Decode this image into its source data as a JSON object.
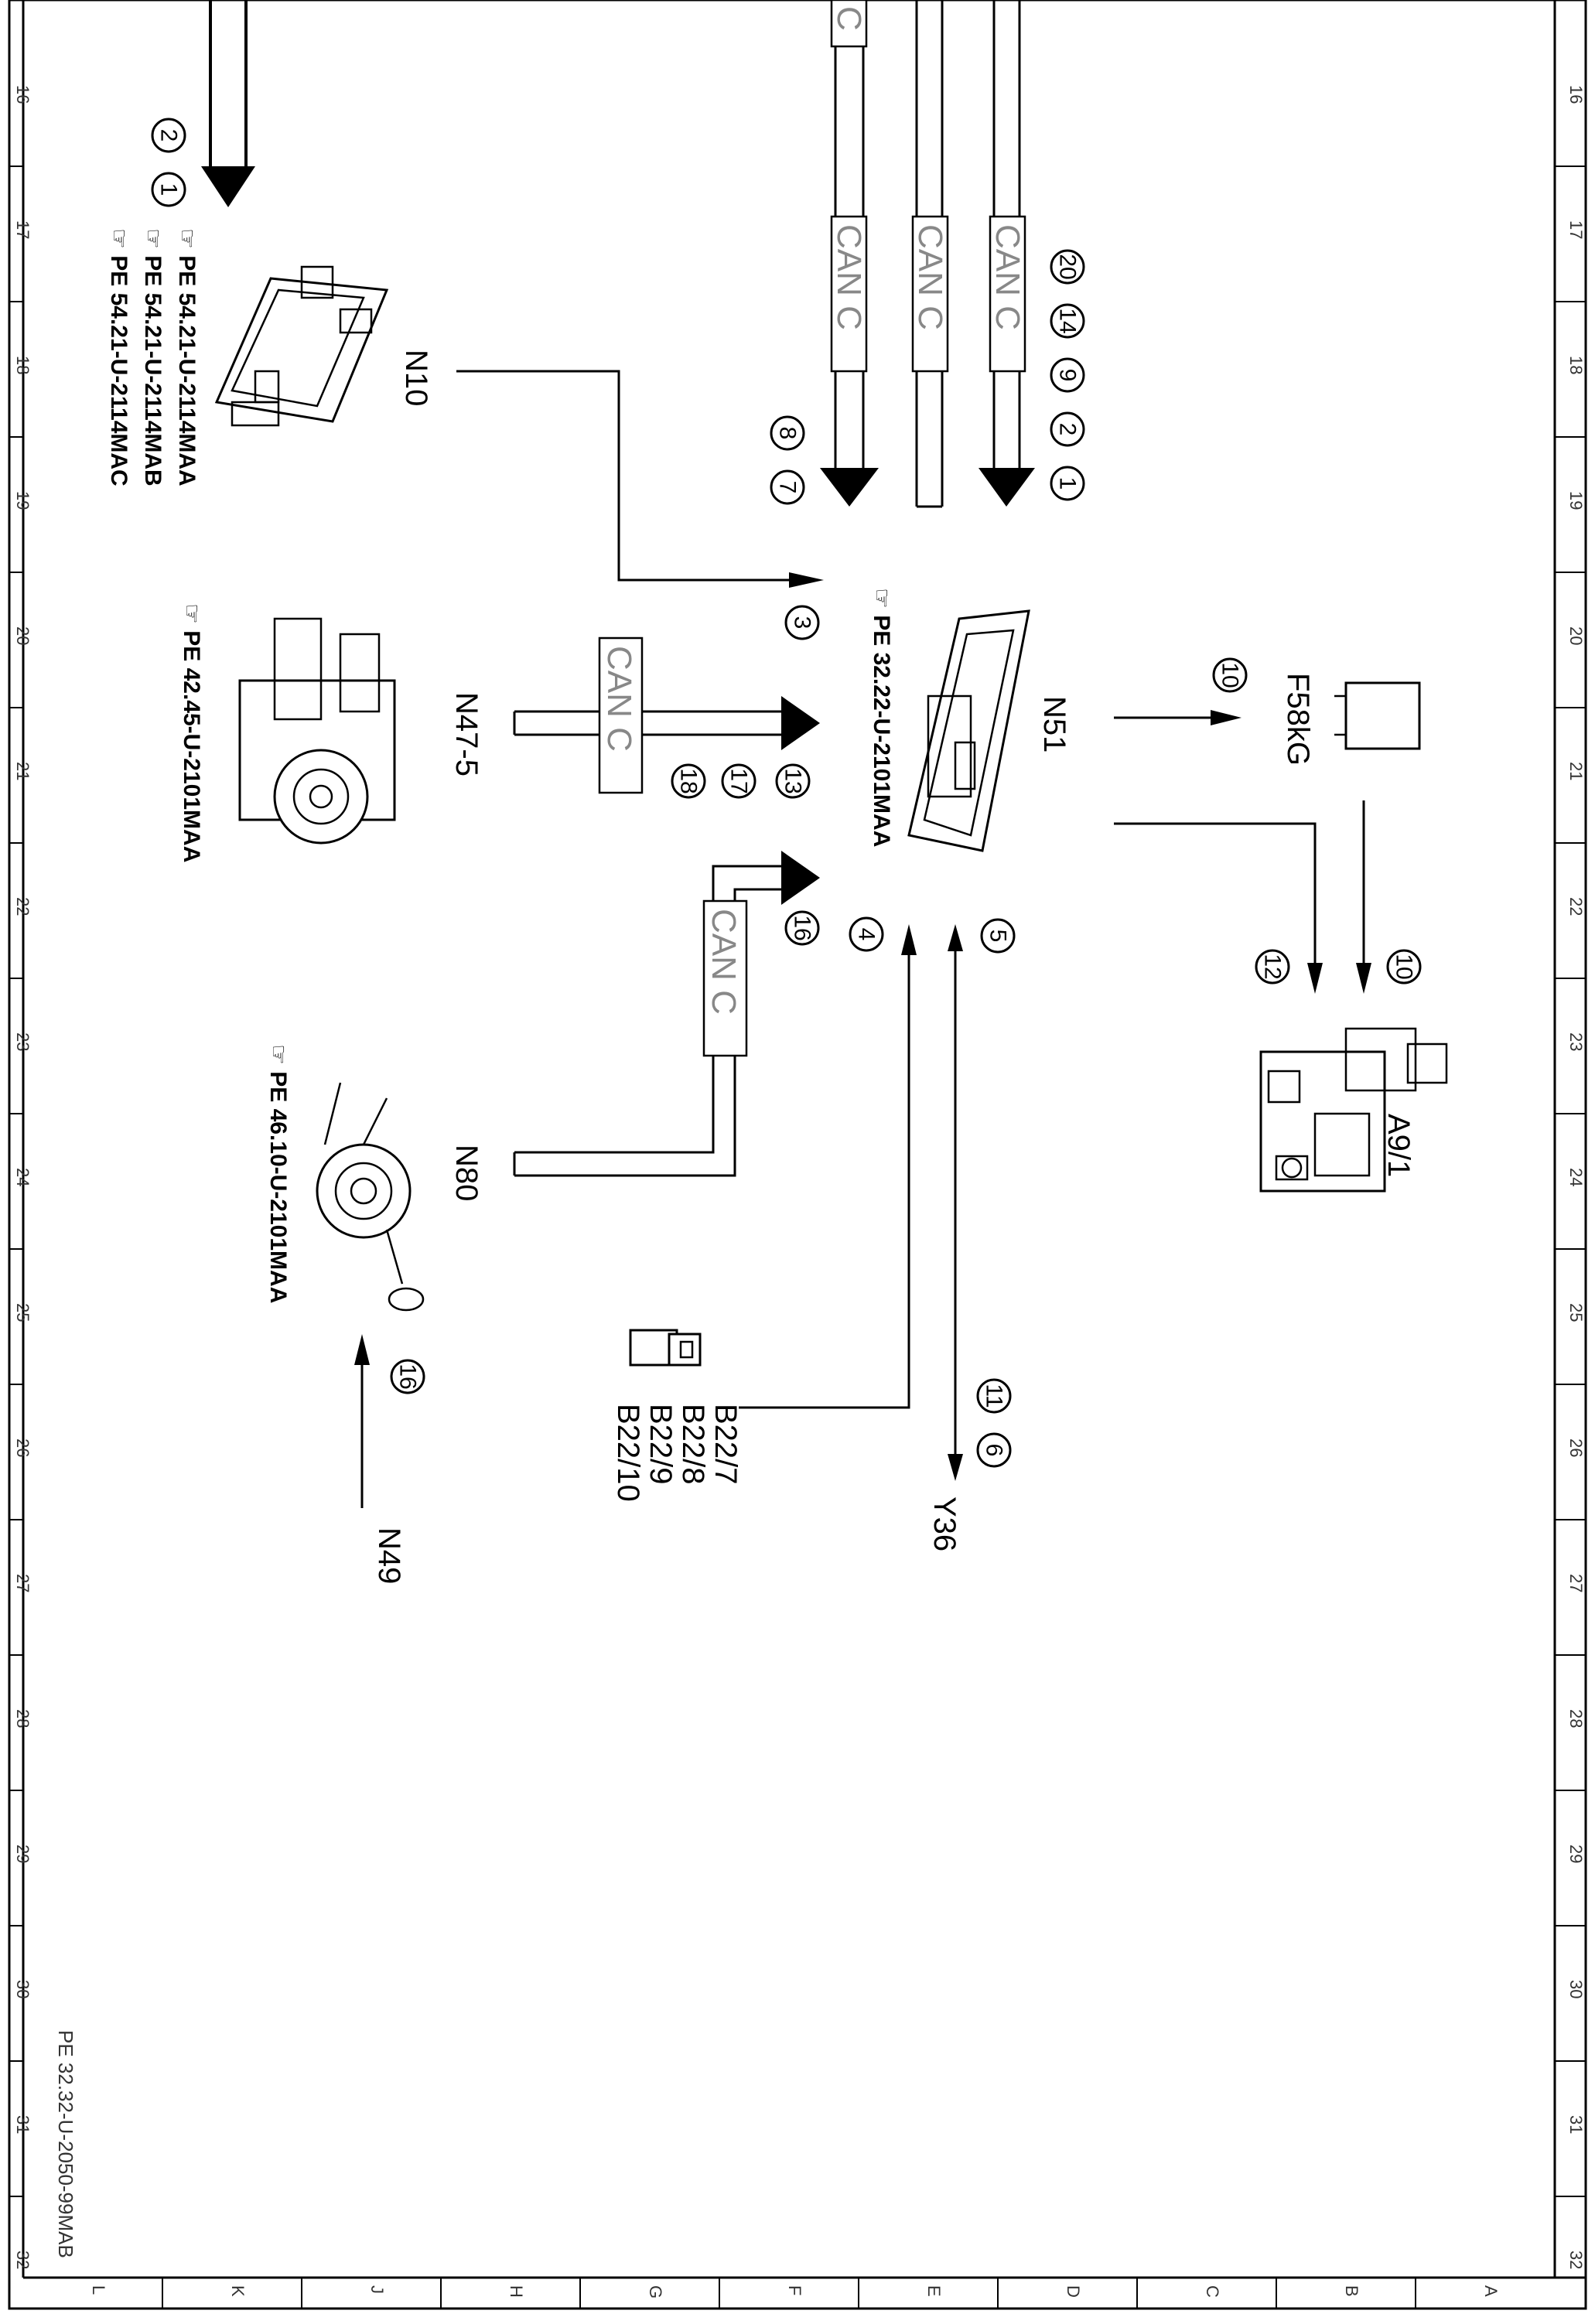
{
  "row_numbers": [
    "16",
    "17",
    "18",
    "19",
    "20",
    "21",
    "22",
    "23",
    "24",
    "25",
    "26",
    "27",
    "28",
    "29",
    "30",
    "31",
    "32"
  ],
  "column_letters": [
    "L",
    "K",
    "J",
    "H",
    "G",
    "F",
    "E",
    "D",
    "C",
    "B",
    "A"
  ],
  "sheet_id": "PE 32.32-U-2050-99MAB",
  "bus_label": "CAN C",
  "bus_label_partial": "C",
  "components": {
    "n10": {
      "code": "N10",
      "refs": [
        "PE 54.21-U-2114MAA",
        "PE 54.21-U-2114MAB",
        "PE 54.21-U-2114MAC"
      ]
    },
    "n47_5": {
      "code": "N47-5",
      "ref": "PE 42.45-U-2101MAA"
    },
    "n80": {
      "code": "N80",
      "ref": "PE 46.10-U-2101MAA"
    },
    "n51": {
      "code": "N51",
      "ref": "PE 32.22-U-2101MAA"
    },
    "f58kg": {
      "code": "F58kG"
    },
    "a9_1": {
      "code": "A9/1"
    },
    "b22": {
      "codes": [
        "B22/7",
        "B22/8",
        "B22/9",
        "B22/10"
      ]
    },
    "y36": {
      "code": "Y36"
    },
    "n49": {
      "code": "N49"
    }
  },
  "signal_numbers": {
    "top_left": [
      "2",
      "1"
    ],
    "top_group": [
      "20",
      "14",
      "9",
      "2",
      "1"
    ],
    "top_pair": [
      "8",
      "7"
    ],
    "n10_to_n51": "3",
    "n47_group": [
      "13",
      "17",
      "18"
    ],
    "n80_to_n51": "16",
    "b22_to_n51": "4",
    "n51_to_y36": "5",
    "y36_group": [
      "11",
      "6"
    ],
    "n51_to_f58": "10",
    "f58_to_a9": "10",
    "n51_to_a9": "12",
    "n49_to_n80": "16"
  }
}
